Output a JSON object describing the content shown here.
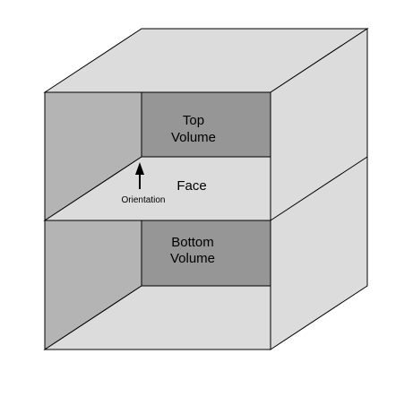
{
  "labels": {
    "top_volume_line1": "Top",
    "top_volume_line2": "Volume",
    "face": "Face",
    "orientation": "Orientation",
    "bottom_volume_line1": "Bottom",
    "bottom_volume_line2": "Volume"
  },
  "colors": {
    "outline": "#000000",
    "background": "#ffffff",
    "face_light": "#dcdcdc",
    "face_mid": "#b4b4b4",
    "volume_dark": "#969696"
  }
}
